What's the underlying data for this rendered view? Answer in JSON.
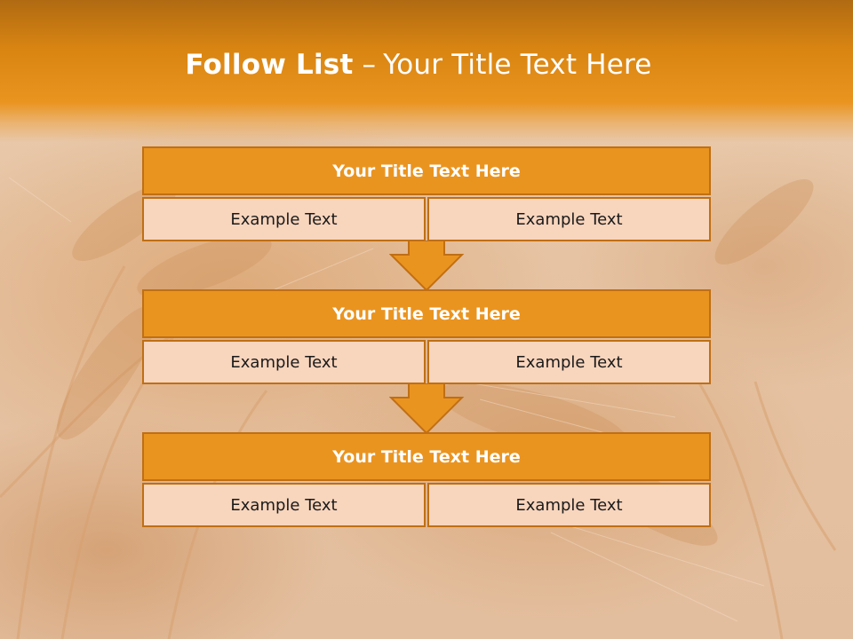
{
  "slide": {
    "title_bold": "Follow List",
    "title_separator": "–",
    "title_rest": "Your Title Text Here"
  },
  "blocks": [
    {
      "title": "Your Title Text Here",
      "cells": [
        "Example Text",
        "Example Text"
      ]
    },
    {
      "title": "Your Title Text Here",
      "cells": [
        "Example Text",
        "Example Text"
      ]
    },
    {
      "title": "Your Title Text Here",
      "cells": [
        "Example Text",
        "Example Text"
      ]
    }
  ],
  "colors": {
    "header_orange": "#ea9420",
    "border_orange": "#c06f14",
    "cell_peach": "#f8d5bd",
    "title_text": "#ffffff",
    "cell_text": "#1a1a1a"
  },
  "icons": {
    "connector": "down-arrow-icon"
  }
}
